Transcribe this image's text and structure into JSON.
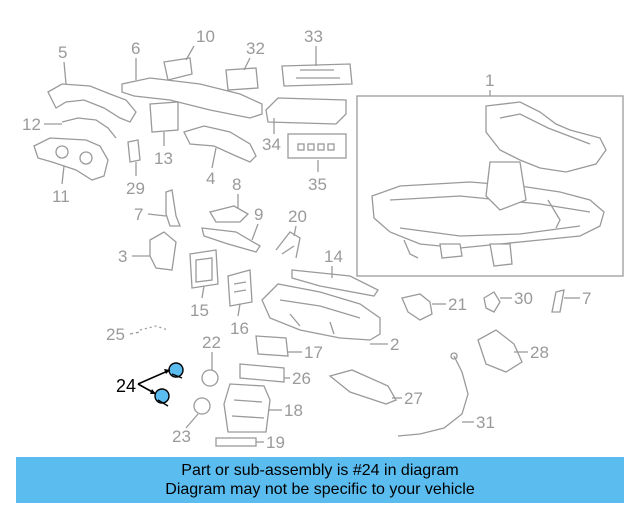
{
  "diagram": {
    "labels": [
      "1",
      "2",
      "3",
      "4",
      "5",
      "6",
      "7",
      "8",
      "9",
      "10",
      "11",
      "12",
      "13",
      "14",
      "15",
      "16",
      "17",
      "18",
      "19",
      "20",
      "21",
      "22",
      "23",
      "24",
      "25",
      "26",
      "27",
      "28",
      "29",
      "30",
      "7",
      "31",
      "32",
      "33",
      "34",
      "35"
    ],
    "highlight_label": "24",
    "highlight_color": "#5bbcf0"
  },
  "banner": {
    "line1": "Part or sub-assembly is #24 in diagram",
    "line2": "Diagram may not be specific to your vehicle",
    "background": "#5bbcf0"
  }
}
